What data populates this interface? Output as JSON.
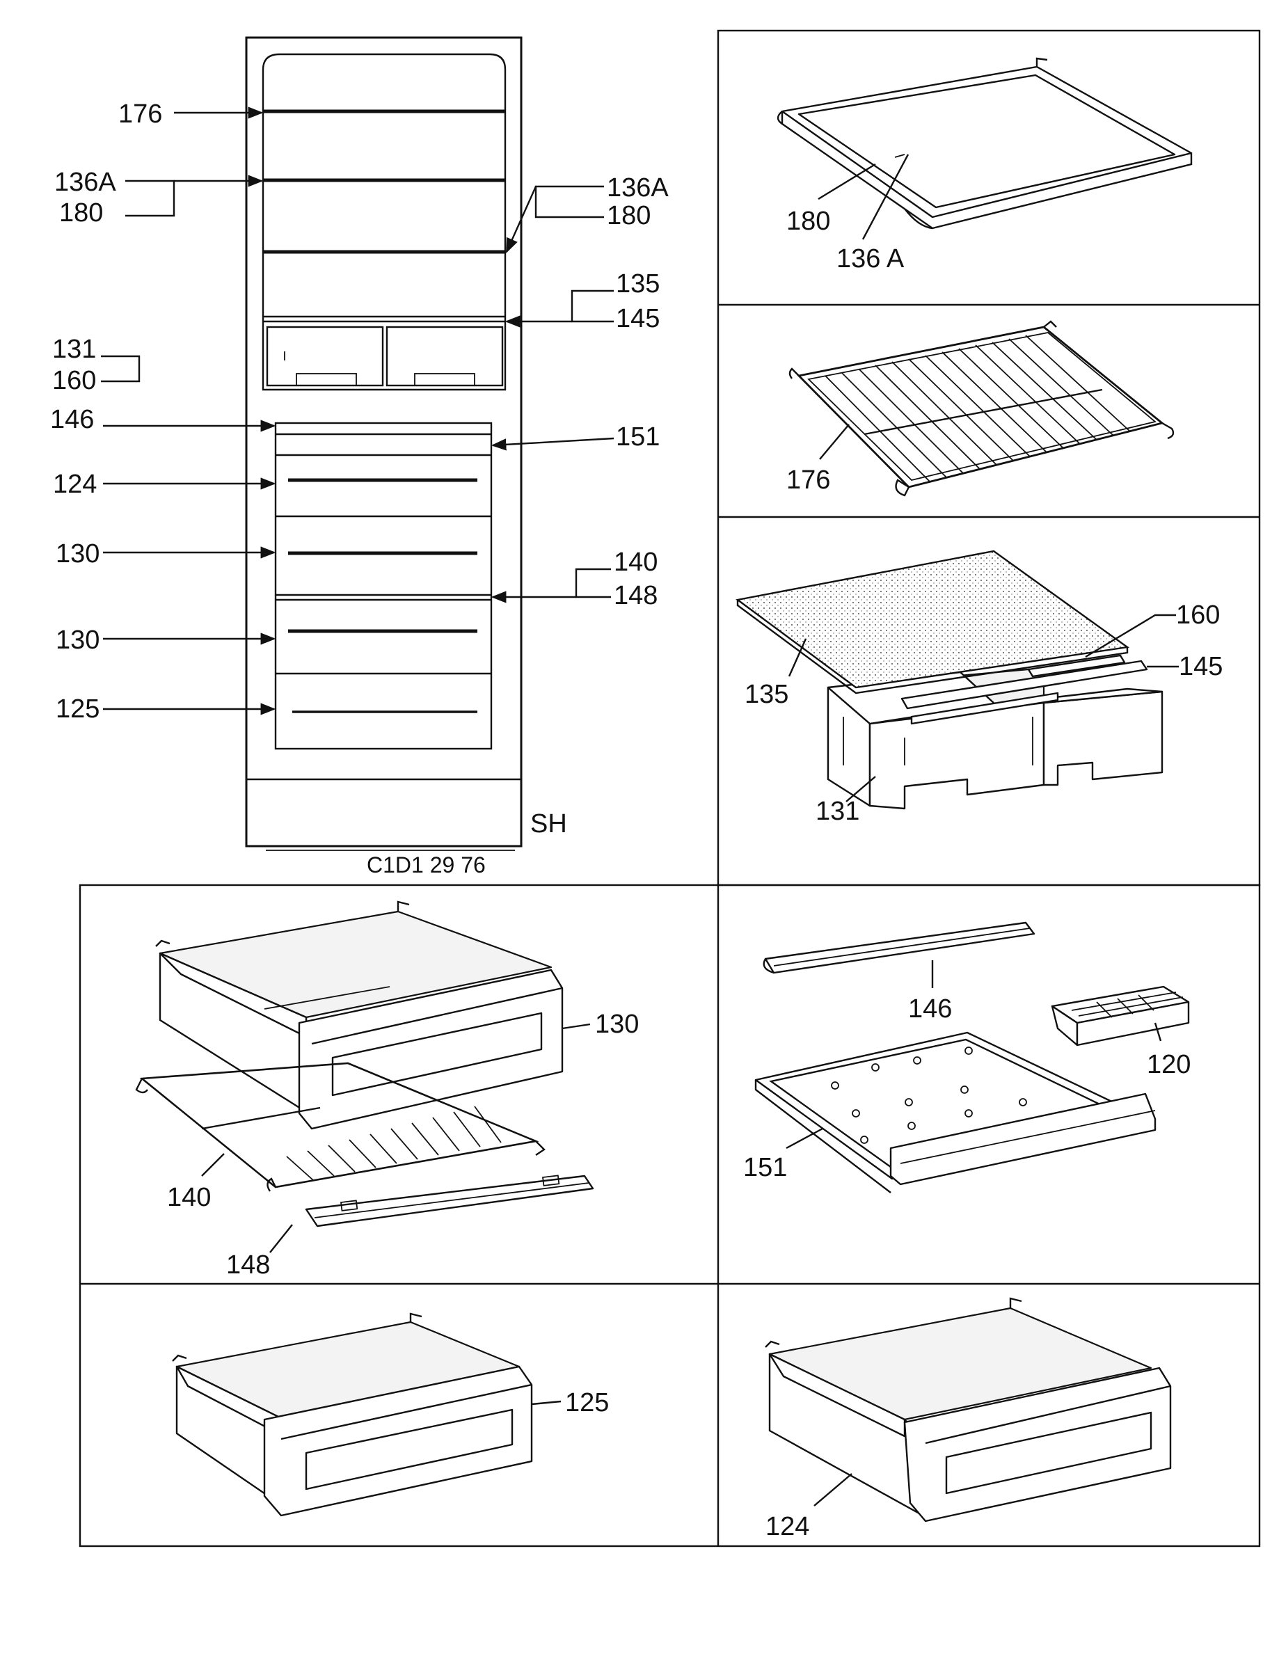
{
  "diagram": {
    "drawing_code": "C1D1 29 76",
    "corner_mark": "SH",
    "cabinet_callouts": {
      "c176": "176",
      "c136a_left": "136A",
      "c180_left": "180",
      "c136a_right": "136A",
      "c180_right": "180",
      "c135": "135",
      "c145": "145",
      "c131": "131",
      "c160": "160",
      "c146": "146",
      "c151": "151",
      "c124": "124",
      "c130_a": "130",
      "c140": "140",
      "c148": "148",
      "c130_b": "130",
      "c125": "125"
    },
    "panels": {
      "glass_shelf": {
        "label_a": "180",
        "label_b": "136 A"
      },
      "wire_shelf": {
        "label": "176"
      },
      "crisper": {
        "label_cover": "135",
        "label_strip": "160",
        "label_rail": "145",
        "label_bins": "131"
      },
      "drawer_rack": {
        "label_drawer": "130",
        "label_rack": "140",
        "label_bar": "148"
      },
      "ice_tray": {
        "label_trim": "146",
        "label_tray": "120",
        "label_shelf": "151"
      },
      "drawer_125": {
        "label": "125"
      },
      "drawer_124": {
        "label": "124"
      }
    }
  }
}
